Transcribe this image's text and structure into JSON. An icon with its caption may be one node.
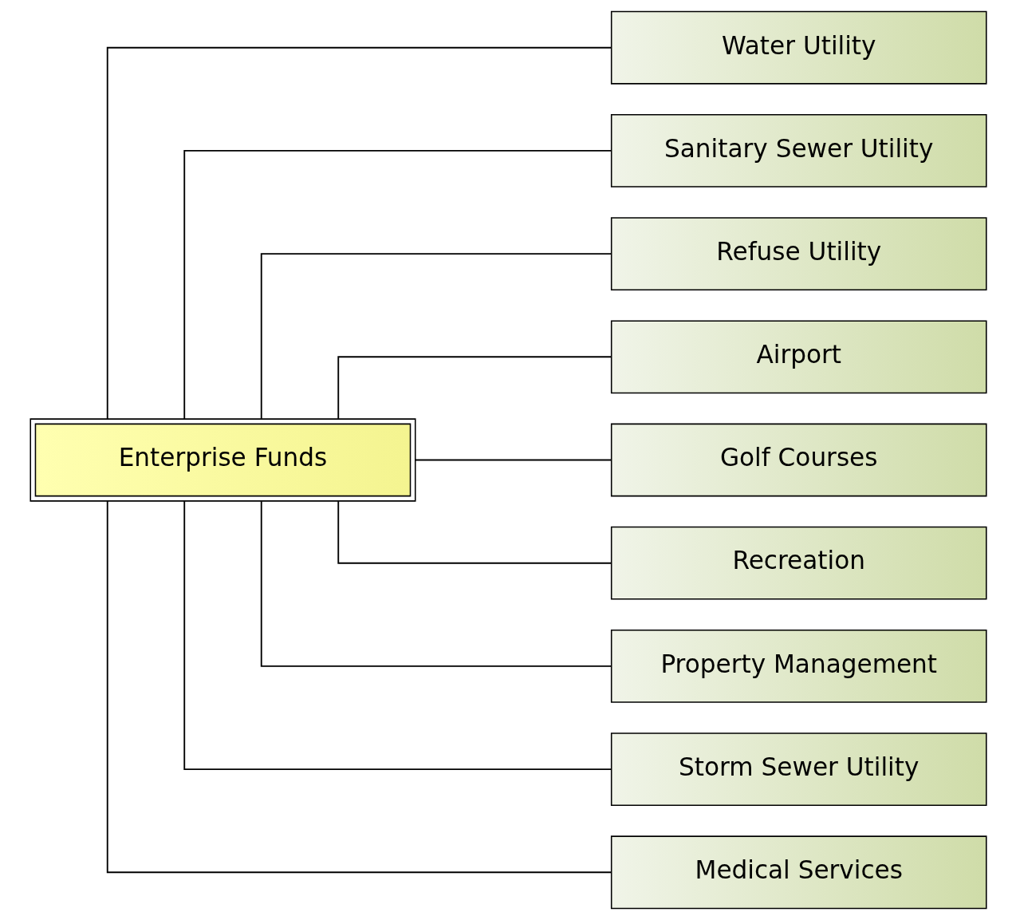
{
  "diagram": {
    "nodes": [
      {
        "text": [
          "Enterprise Funds"
        ]
      },
      {
        "text": [
          "Water Utility"
        ]
      },
      {
        "text": [
          "Sanitary Sewer Utility"
        ]
      },
      {
        "text": [
          "Refuse Utility"
        ]
      },
      {
        "text": [
          "Airport"
        ]
      },
      {
        "text": [
          "Golf Courses"
        ]
      },
      {
        "text": [
          "Recreation"
        ]
      },
      {
        "text": [
          "Property Management"
        ]
      },
      {
        "text": [
          "Storm Sewer Utility"
        ]
      },
      {
        "text": [
          "Medical Services"
        ]
      }
    ],
    "edges": [
      {
        "from": 0,
        "to": 1,
        "arrow": "none"
      },
      {
        "from": 0,
        "to": 2,
        "arrow": "none"
      },
      {
        "from": 0,
        "to": 3,
        "arrow": "none"
      },
      {
        "from": 0,
        "to": 4,
        "arrow": "none"
      },
      {
        "from": 0,
        "to": 5,
        "arrow": "none"
      },
      {
        "from": 0,
        "to": 6,
        "arrow": "none"
      },
      {
        "from": 0,
        "to": 7,
        "arrow": "none"
      },
      {
        "from": 0,
        "to": 8,
        "arrow": "none"
      },
      {
        "from": 0,
        "to": 9,
        "arrow": "none"
      }
    ]
  }
}
